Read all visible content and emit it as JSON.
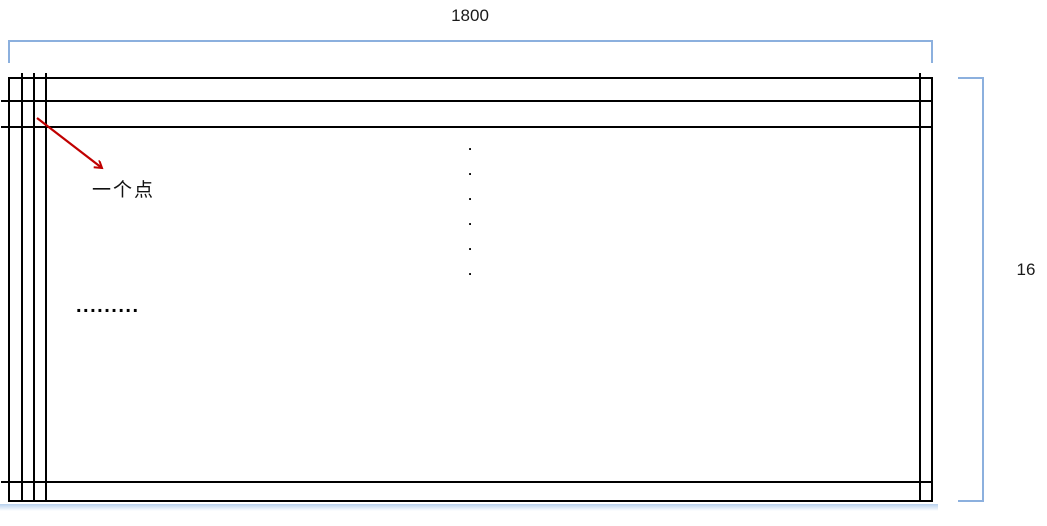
{
  "labels": {
    "width_dimension": "1800",
    "height_dimension": "16",
    "point_annotation": "一个点",
    "horizontal_ellipsis": ".........",
    "vertical_ellipsis": ".\n.\n.\n.\n.\n."
  },
  "colors": {
    "bracket_blue": "#8cb0de",
    "arrow_red": "#C00000",
    "grid_black": "#000000",
    "shadow_blue": "#aac8ea"
  }
}
